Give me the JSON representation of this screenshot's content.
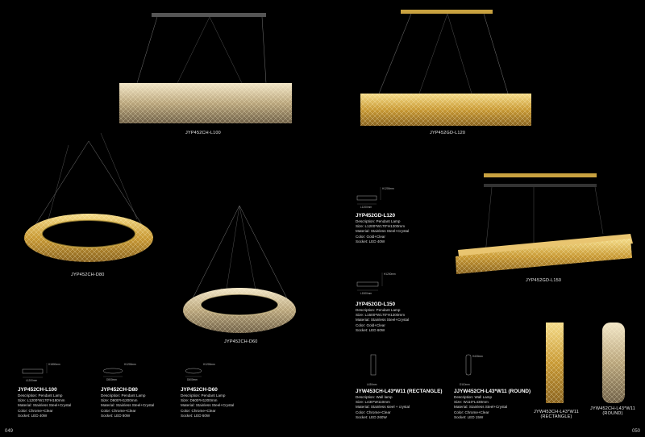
{
  "page_left": "049",
  "page_right": "050",
  "colors": {
    "background": "#000000",
    "gold": "#d9b44a",
    "chrome": "#cfc6b4",
    "text": "#e8e8e8"
  },
  "captions": {
    "l100": "JYP452CH-L100",
    "l120": "JYP452GD-L120",
    "d80": "JYP452CH-D80",
    "d60": "JYP452CH-D60",
    "l150": "JYP452GD-L150",
    "wall_rect": "JYW453CH-L43*W11",
    "wall_rect_sub": "(RECTANGLE)",
    "wall_round": "JYW452CH-L43*W11",
    "wall_round_sub": "(ROUND)"
  },
  "dimensions": {
    "l100_w": "L1200mm",
    "l100_h": "H1800mm",
    "d80_w": "D800mm",
    "d80_h": "H1200mm",
    "d60_w": "D600mm",
    "d60_h": "H1200mm",
    "l120_w": "L1200mm",
    "l120_h": "H1200mm",
    "l150_w": "L1500mm",
    "l150_h": "H1200mm",
    "wrect_w": "L430mm",
    "wround_w": "D110mm",
    "wround_h": "H430mm"
  },
  "specs": {
    "l100": {
      "title": "JYP452CH-L100",
      "lines": [
        "Description: Pendant Lamp",
        "Size: L1200*W170*H180mm",
        "Material: Stainless Steel+Crystal",
        "Color: Chrome+Clear",
        "Socket: LED 40W"
      ]
    },
    "d80": {
      "title": "JYP452CH-D80",
      "lines": [
        "Description: Pendant Lamp",
        "Size: D800*H1200mm",
        "Material: Stainless Steel+Crystal",
        "Color: Chrome+Clear",
        "Socket: LED 80W"
      ]
    },
    "d60": {
      "title": "JYP452CH-D60",
      "lines": [
        "Description: Pendant Lamp",
        "Size: D600*H1200mm",
        "Material: Stainless Steel+Crystal",
        "Color: Chrome+Clear",
        "Socket: LED 60W"
      ]
    },
    "l120": {
      "title": "JYP452GD-L120",
      "lines": [
        "Description: Pendant Lamp",
        "Size: L1200*W170*H1200mm",
        "Material: Stainless Steel+Crystal",
        "Color: Gold+Clear",
        "Socket: LED 40W"
      ]
    },
    "l150": {
      "title": "JYP452GD-L150",
      "lines": [
        "Description: Pendant Lamp",
        "Size: L1500*W170*H1200mm",
        "Material: Stainless Steel+Crystal",
        "Color: Gold+Clear",
        "Socket: LED 60W"
      ]
    },
    "wrect": {
      "title": "JYW453CH-L43*W11 (RECTANGLE)",
      "lines": [
        "Description: Wall lamp",
        "Size: L430*W110mm",
        "Material: Stainless steel + crystal",
        "Color: Chrome+Clear",
        "Socket: LED 260W"
      ]
    },
    "wround": {
      "title": "JJYW452CH-L43*W11 (ROUND)",
      "lines": [
        "Description: Wall Lamp",
        "Size: W110*L430mm",
        "Material: Stainless Steel+Crystal",
        "Color: Chrome+Clear",
        "Socket: LED 15W"
      ]
    }
  }
}
